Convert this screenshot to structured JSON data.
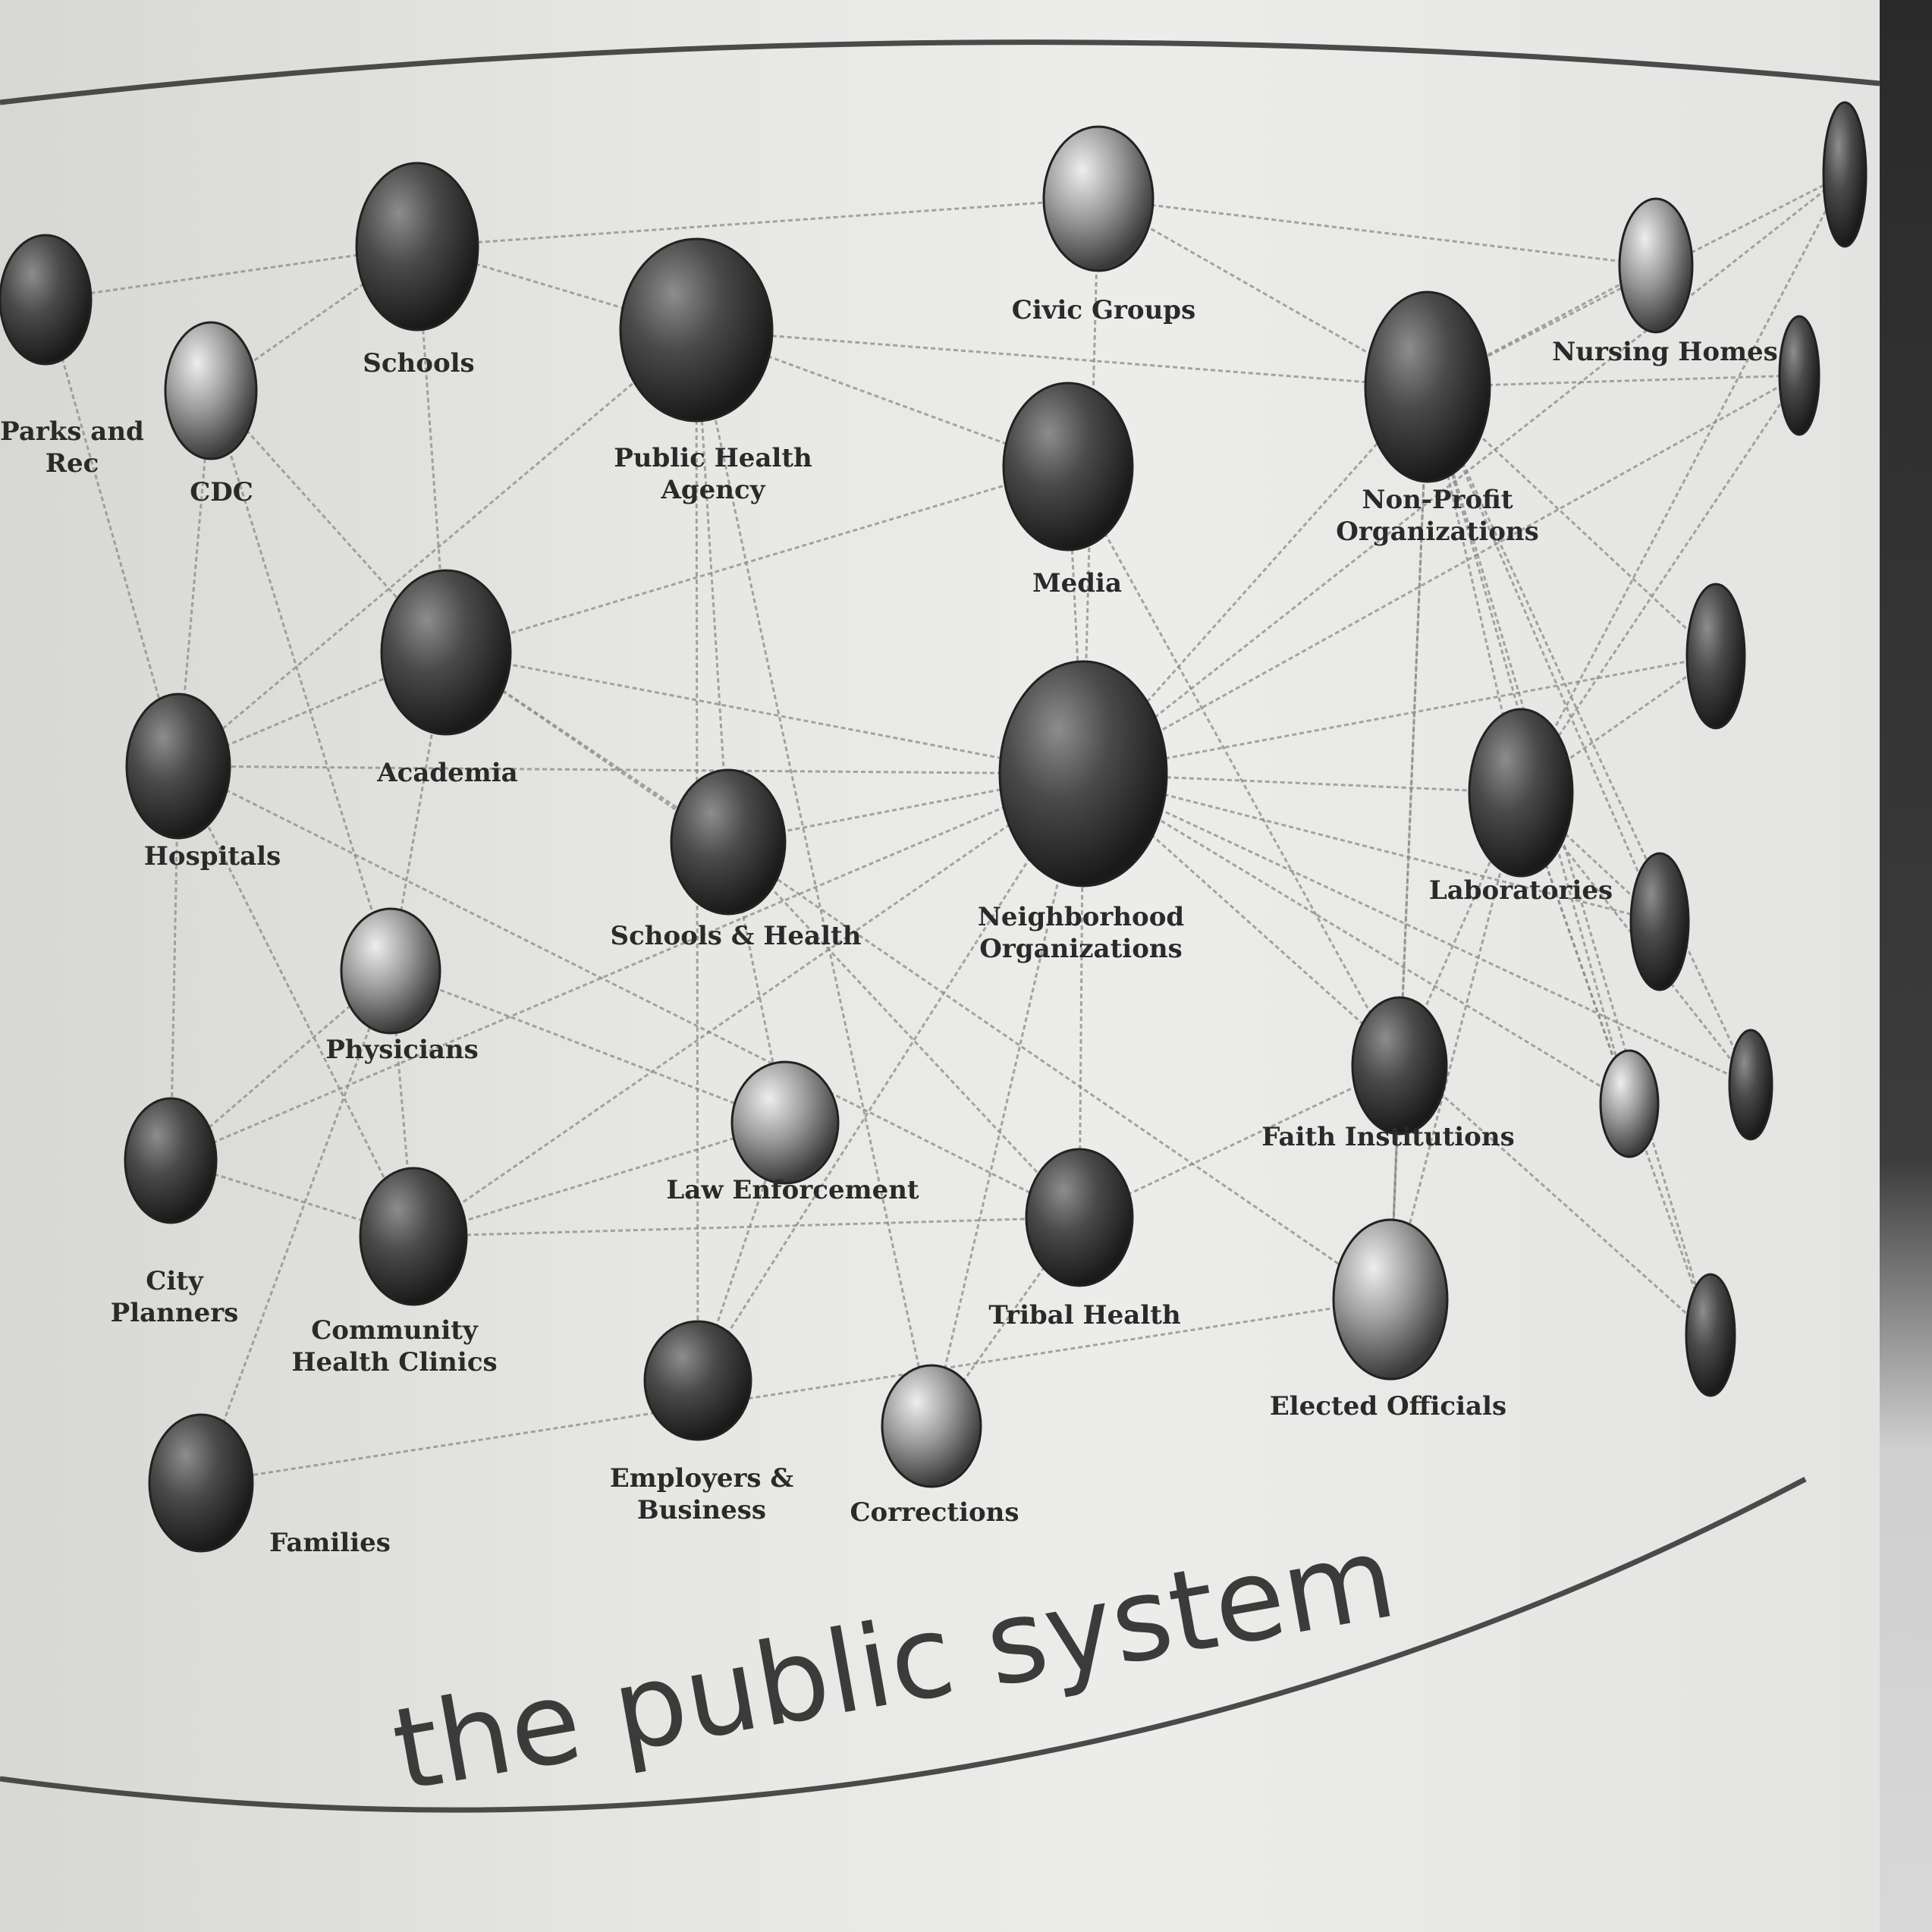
{
  "diagram": {
    "caption": "the public system",
    "nodes": [
      {
        "id": "parks",
        "label": [
          "Parks and",
          "Rec"
        ],
        "shade": "dark"
      },
      {
        "id": "cdc",
        "label": [
          "CDC"
        ],
        "shade": "light"
      },
      {
        "id": "schools",
        "label": [
          "Schools"
        ],
        "shade": "dark"
      },
      {
        "id": "public-health-agency",
        "label": [
          "Public Health",
          "Agency"
        ],
        "shade": "dark"
      },
      {
        "id": "civic-groups",
        "label": [
          "Civic Groups"
        ],
        "shade": "light"
      },
      {
        "id": "media",
        "label": [
          "Media"
        ],
        "shade": "dark"
      },
      {
        "id": "nonprofit",
        "label": [
          "Non-Profit",
          "Organizations"
        ],
        "shade": "dark"
      },
      {
        "id": "nursing-homes",
        "label": [
          "Nursing Homes"
        ],
        "shade": "light"
      },
      {
        "id": "academia",
        "label": [
          "Academia"
        ],
        "shade": "dark"
      },
      {
        "id": "hospitals",
        "label": [
          "Hospitals"
        ],
        "shade": "dark"
      },
      {
        "id": "schools-health",
        "label": [
          "Schools & Health"
        ],
        "shade": "dark"
      },
      {
        "id": "neighborhood-orgs",
        "label": [
          "Neighborhood",
          "Organizations"
        ],
        "shade": "dark"
      },
      {
        "id": "laboratories",
        "label": [
          "Laboratories"
        ],
        "shade": "dark"
      },
      {
        "id": "physicians",
        "label": [
          "Physicians"
        ],
        "shade": "light"
      },
      {
        "id": "law-enforcement",
        "label": [
          "Law Enforcement"
        ],
        "shade": "light"
      },
      {
        "id": "city-planners",
        "label": [
          "City",
          "Planners"
        ],
        "shade": "dark"
      },
      {
        "id": "community-health-clinics",
        "label": [
          "Community",
          "Health Clinics"
        ],
        "shade": "dark"
      },
      {
        "id": "tribal-health",
        "label": [
          "Tribal Health"
        ],
        "shade": "dark"
      },
      {
        "id": "faith-institutions",
        "label": [
          "Faith Institutions"
        ],
        "shade": "dark"
      },
      {
        "id": "elected-officials",
        "label": [
          "Elected Officials"
        ],
        "shade": "light"
      },
      {
        "id": "employers-business",
        "label": [
          "Employers &",
          "Business"
        ],
        "shade": "dark"
      },
      {
        "id": "corrections",
        "label": [
          "Corrections"
        ],
        "shade": "light"
      },
      {
        "id": "families",
        "label": [
          "Families"
        ],
        "shade": "dark"
      }
    ]
  }
}
